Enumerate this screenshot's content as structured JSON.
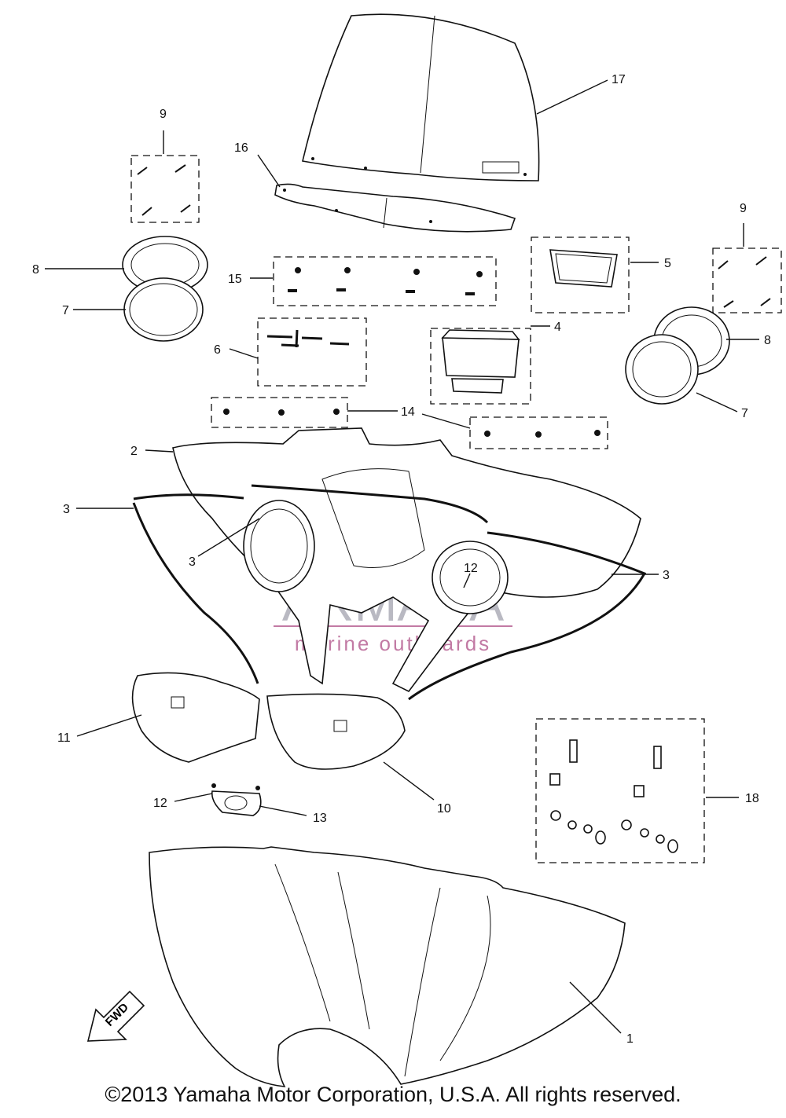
{
  "watermark": {
    "brand": "ARMADA",
    "tagline": "marine outboards",
    "colors": {
      "brand": "#b9b9c2",
      "accent": "#c27aa4",
      "logo": "#e6a9c8"
    }
  },
  "callouts": [
    "17",
    "16",
    "9",
    "9",
    "8",
    "7",
    "15",
    "5",
    "6",
    "4",
    "8",
    "7",
    "14",
    "2",
    "3",
    "3",
    "3",
    "12",
    "11",
    "10",
    "12",
    "13",
    "18",
    "1"
  ],
  "fwd_label": "FWD",
  "copyright": "©2013 Yamaha Motor Corporation, U.S.A. All rights reserved."
}
